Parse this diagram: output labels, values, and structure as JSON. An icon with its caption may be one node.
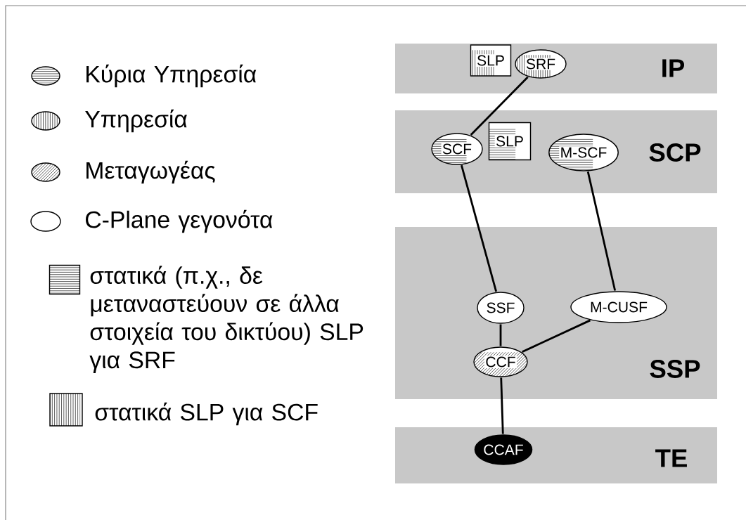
{
  "diagram": {
    "nodes": [
      {
        "text": [
          "IP"
        ]
      },
      {
        "text": [
          "SLP"
        ],
        "in": 0
      },
      {
        "text": [
          "SRF"
        ],
        "in": 0
      },
      {
        "text": [
          "SCP"
        ]
      },
      {
        "text": [
          "SCF"
        ],
        "in": 3
      },
      {
        "text": [
          "SLP"
        ],
        "in": 3
      },
      {
        "text": [
          "M-SCF"
        ],
        "in": 3
      },
      {
        "text": [
          "SSP"
        ]
      },
      {
        "text": [
          "SSF"
        ],
        "in": 7
      },
      {
        "text": [
          "M-CUSF"
        ],
        "in": 7
      },
      {
        "text": [
          "CCF"
        ],
        "in": 7
      },
      {
        "text": [
          "TE"
        ]
      },
      {
        "text": [
          "CCAF"
        ],
        "in": 11
      }
    ],
    "edges": [
      {
        "from": 2,
        "to": 4,
        "arrow": "none"
      },
      {
        "from": 4,
        "to": 8,
        "arrow": "none"
      },
      {
        "from": 6,
        "to": 9,
        "arrow": "none"
      },
      {
        "from": 8,
        "to": 10,
        "arrow": "none"
      },
      {
        "from": 9,
        "to": 10,
        "arrow": "none"
      },
      {
        "from": 10,
        "to": 12,
        "arrow": "none"
      }
    ],
    "legend": [
      {
        "text": "Κύρια Υπηρεσία"
      },
      {
        "text": "Υπηρεσία"
      },
      {
        "text": "Μεταγωγέας"
      },
      {
        "text": "C-Plane γεγονότα"
      },
      {
        "text": "στατικά (π.χ., δε μεταναστεύουν σε άλλα στοιχεία του δικτύου) SLP για SRF"
      },
      {
        "text": "στατικά SLP για SCF"
      }
    ]
  }
}
